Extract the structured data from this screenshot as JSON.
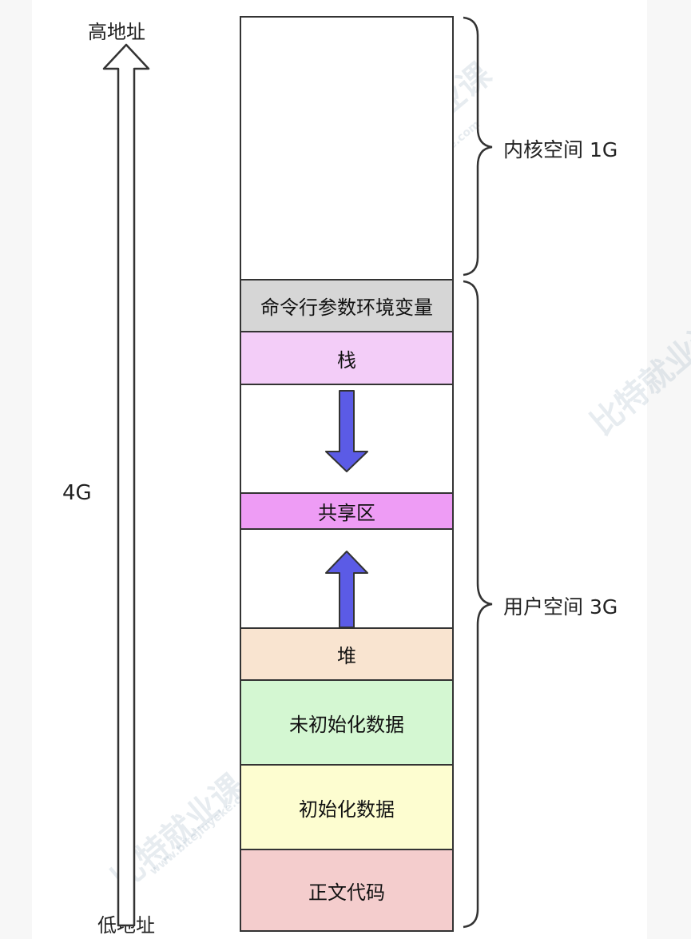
{
  "address": {
    "high": "高地址",
    "low": "低地址",
    "total": "4G"
  },
  "segments": [
    {
      "label": "",
      "color": "#ffffff"
    },
    {
      "label": "命令行参数环境变量",
      "color": "#d6d6d6"
    },
    {
      "label": "栈",
      "color": "#f3cdf8"
    },
    {
      "label": "",
      "color": "#ffffff"
    },
    {
      "label": "共享区",
      "color": "#ee9cf5"
    },
    {
      "label": "",
      "color": "#ffffff"
    },
    {
      "label": "堆",
      "color": "#f9e4d0"
    },
    {
      "label": "未初始化数据",
      "color": "#d4f7d2"
    },
    {
      "label": "初始化数据",
      "color": "#fdfdd0"
    },
    {
      "label": "正文代码",
      "color": "#f4cdcd"
    }
  ],
  "regions": {
    "kernel": "内核空间 1G",
    "user": "用户空间 3G"
  },
  "colors": {
    "arrow_fill": "#5b5be6",
    "outline": "#333333"
  },
  "watermark": {
    "text": "比特就业课",
    "url": "www.bitejiuyeke.com"
  }
}
